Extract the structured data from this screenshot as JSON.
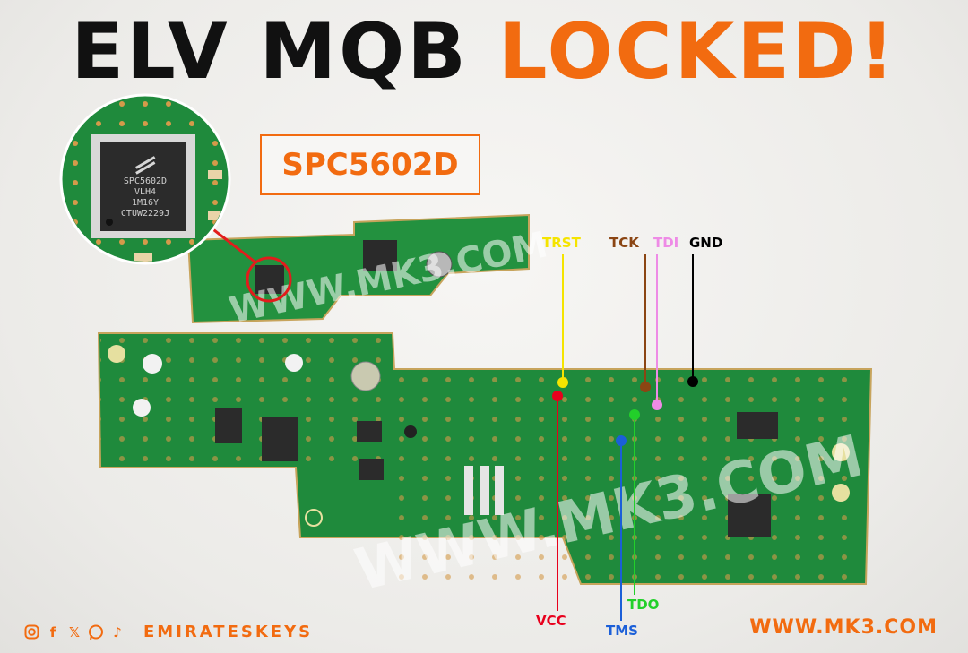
{
  "title": {
    "part1": "ELV MQB",
    "part2": "LOCKED!"
  },
  "chip_label": "SPC5602D",
  "chip_marking": [
    "SPC5602D",
    "VLH4",
    "1M16Y",
    "CTUW2229J"
  ],
  "watermark": "WWW.MK3.COM",
  "pins": {
    "trst": "TRST",
    "tck": "TCK",
    "tdi": "TDI",
    "gnd": "GND",
    "vcc": "VCC",
    "tdo": "TDO",
    "tms": "TMS"
  },
  "colors": {
    "accent": "#f26b10",
    "trst": "#f5e400",
    "tck": "#8b4513",
    "tdi": "#ee8be6",
    "gnd": "#000000",
    "vcc": "#e8001c",
    "tdo": "#22d02a",
    "tms": "#1b5fd8",
    "pcb": "#1f8a3c"
  },
  "footer": {
    "social_icons": [
      "instagram-icon",
      "facebook-icon",
      "x-icon",
      "whatsapp-icon",
      "tiktok-icon"
    ],
    "brand": "EMIRATESKEYS",
    "website": "WWW.MK3.COM"
  }
}
